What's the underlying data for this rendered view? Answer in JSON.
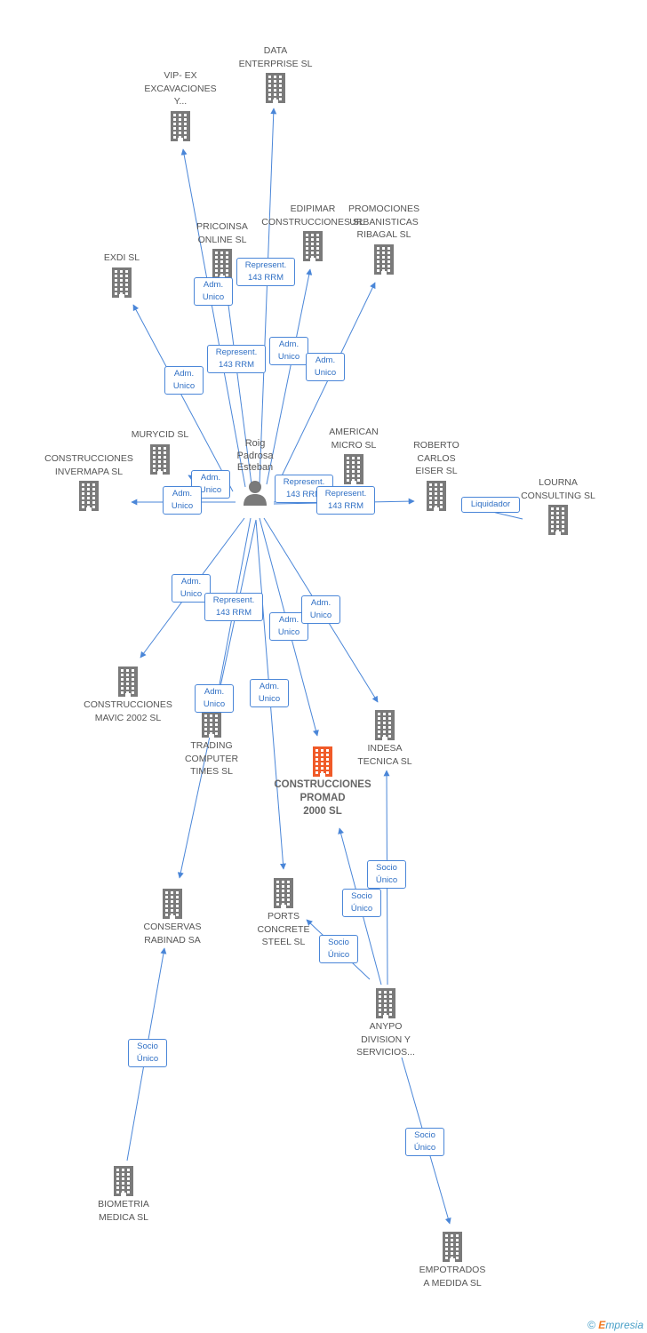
{
  "person": {
    "lines": [
      "Roig",
      "Padrosa",
      "Esteban"
    ]
  },
  "nodes": {
    "data": {
      "lines": [
        "DATA",
        "ENTERPRISE SL"
      ]
    },
    "vip": {
      "lines": [
        "VIP- EX",
        "EXCAVACIONES",
        "Y..."
      ]
    },
    "edipimar": {
      "lines": [
        "EDIPIMAR",
        "CONSTRUCCIONES SL"
      ]
    },
    "promociones": {
      "lines": [
        "PROMOCIONES",
        "URBANISTICAS",
        "RIBAGAL SL"
      ]
    },
    "pricoinsa": {
      "lines": [
        "PRICOINSA",
        "ONLINE SL"
      ]
    },
    "exdi": {
      "lines": [
        "EXDI SL"
      ]
    },
    "murycid": {
      "lines": [
        "MURYCID SL"
      ]
    },
    "american": {
      "lines": [
        "AMERICAN",
        "MICRO SL"
      ]
    },
    "roberto": {
      "lines": [
        "ROBERTO",
        "CARLOS",
        "EISER SL"
      ]
    },
    "invermapa": {
      "lines": [
        "CONSTRUCCIONES",
        "INVERMAPA SL"
      ]
    },
    "lourna": {
      "lines": [
        "LOURNA",
        "CONSULTING SL"
      ]
    },
    "mavic": {
      "lines": [
        "CONSTRUCCIONES",
        "MAVIC 2002 SL"
      ]
    },
    "trading": {
      "lines": [
        "TRADING",
        "COMPUTER",
        "TIMES SL"
      ]
    },
    "promad": {
      "lines": [
        "CONSTRUCCIONES",
        "PROMAD",
        "2000 SL"
      ]
    },
    "indesa": {
      "lines": [
        "INDESA",
        "TECNICA SL"
      ]
    },
    "conservas": {
      "lines": [
        "CONSERVAS",
        "RABINAD SA"
      ]
    },
    "ports": {
      "lines": [
        "PORTS",
        "CONCRETE",
        "STEEL SL"
      ]
    },
    "anypo": {
      "lines": [
        "ANYPO",
        "DIVISION Y",
        "SERVICIOS..."
      ]
    },
    "biometria": {
      "lines": [
        "BIOMETRIA",
        "MEDICA SL"
      ]
    },
    "empotrados": {
      "lines": [
        "EMPOTRADOS",
        "A MEDIDA SL"
      ]
    }
  },
  "edges": [
    {
      "from": "person",
      "to": "data",
      "label": [
        "Represent.",
        "143 RRM"
      ]
    },
    {
      "from": "person",
      "to": "vip",
      "label": [
        "Adm.",
        "Unico"
      ]
    },
    {
      "from": "person",
      "to": "edipimar",
      "label": [
        "Adm.",
        "Unico"
      ]
    },
    {
      "from": "person",
      "to": "promociones",
      "label": [
        "Adm.",
        "Unico"
      ]
    },
    {
      "from": "person",
      "to": "pricoinsa",
      "label": [
        "Represent.",
        "143 RRM"
      ]
    },
    {
      "from": "person",
      "to": "exdi",
      "label": [
        "Adm.",
        "Unico"
      ]
    },
    {
      "from": "person",
      "to": "murycid",
      "label": [
        "Adm.",
        "Unico"
      ]
    },
    {
      "from": "person",
      "to": "american",
      "label": [
        "Represent.",
        "143 RRM"
      ]
    },
    {
      "from": "person",
      "to": "roberto",
      "label": [
        "Represent.",
        "143 RRM"
      ]
    },
    {
      "from": "person",
      "to": "invermapa",
      "label": [
        "Adm.",
        "Unico"
      ]
    },
    {
      "from": "lourna",
      "to": "roberto",
      "label": [
        "Liquidador"
      ]
    },
    {
      "from": "person",
      "to": "mavic",
      "label": [
        "Adm.",
        "Unico"
      ]
    },
    {
      "from": "person",
      "to": "trading",
      "label": [
        "Adm.",
        "Unico"
      ]
    },
    {
      "from": "person",
      "to": "conservas",
      "label": [
        "Represent.",
        "143 RRM"
      ]
    },
    {
      "from": "person",
      "to": "promad",
      "label": [
        "Adm.",
        "Unico"
      ]
    },
    {
      "from": "person",
      "to": "indesa",
      "label": [
        "Adm.",
        "Unico"
      ]
    },
    {
      "from": "person",
      "to": "ports",
      "label": [
        "Adm.",
        "Unico"
      ]
    },
    {
      "from": "anypo",
      "to": "indesa",
      "label": [
        "Socio",
        "Único"
      ]
    },
    {
      "from": "anypo",
      "to": "promad",
      "label": [
        "Socio",
        "Único"
      ]
    },
    {
      "from": "anypo",
      "to": "ports",
      "label": [
        "Socio",
        "Único"
      ]
    },
    {
      "from": "anypo",
      "to": "empotrados",
      "label": [
        "Socio",
        "Único"
      ]
    },
    {
      "from": "biometria",
      "to": "conservas",
      "label": [
        "Socio",
        "Único"
      ]
    }
  ],
  "colors": {
    "edge": "#4a86d8",
    "building": "#7a7a7a",
    "focus": "#f05a28",
    "person": "#7a7a7a"
  },
  "footer": {
    "copyright": "©",
    "brand_first": "E",
    "brand_rest": "mpresia"
  }
}
